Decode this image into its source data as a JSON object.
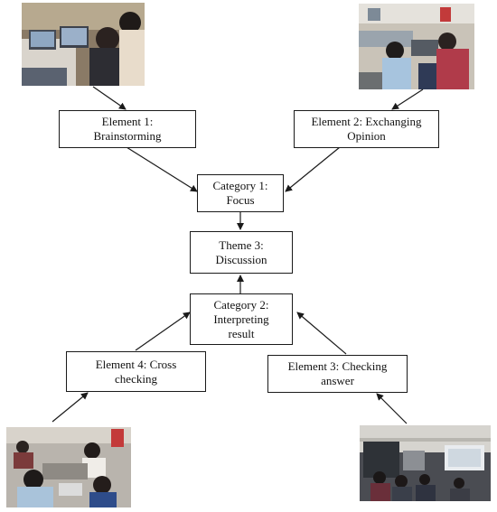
{
  "diagram": {
    "nodes": {
      "element1": {
        "line1": "Element 1:",
        "line2": "Brainstorming"
      },
      "element2": {
        "line1": "Element 2: Exchanging",
        "line2": "Opinion"
      },
      "category1": {
        "line1": "Category 1:",
        "line2": "Focus"
      },
      "theme3": {
        "line1": "Theme 3:",
        "line2": "Discussion"
      },
      "category2": {
        "line1": "Category 2:",
        "line2": "Interpreting",
        "line3": "result"
      },
      "element4": {
        "line1": "Element 4: Cross",
        "line2": "checking"
      },
      "element3": {
        "line1": "Element 3: Checking",
        "line2": "answer"
      }
    },
    "edges": [
      {
        "from": "photo-top-left",
        "to": "element1"
      },
      {
        "from": "photo-top-right",
        "to": "element2"
      },
      {
        "from": "element1",
        "to": "category1"
      },
      {
        "from": "element2",
        "to": "category1"
      },
      {
        "from": "category1",
        "to": "theme3"
      },
      {
        "from": "category2",
        "to": "theme3"
      },
      {
        "from": "element4",
        "to": "category2"
      },
      {
        "from": "element3",
        "to": "category2"
      },
      {
        "from": "photo-bottom-left",
        "to": "element4"
      },
      {
        "from": "photo-bottom-right",
        "to": "element3"
      }
    ],
    "photos": {
      "top_left": "classroom photo: students at laptops with teacher",
      "top_right": "classroom photo: students discussing at tables",
      "bottom_left": "classroom photo: students cross checking at desks",
      "bottom_right": "classroom photo: lecture hall with projector screen"
    },
    "colors": {
      "border": "#1a1a1a",
      "arrow": "#1a1a1a",
      "text": "#111111"
    }
  }
}
